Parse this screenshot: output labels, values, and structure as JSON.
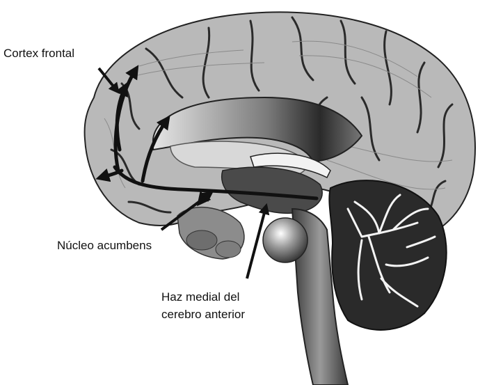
{
  "labels": {
    "frontal_cortex": "Cortex frontal",
    "nucleus_accumbens": "Núcleo acumbens",
    "medial_forebrain_bundle_line1": "Haz medial del",
    "medial_forebrain_bundle_line2": "cerebro anterior"
  },
  "colors": {
    "background": "#ffffff",
    "cortex": "#b9b9b9",
    "pathway": "#1a1a1a",
    "cerebellum": "#2a2a2a",
    "cerebellum_branches": "#f4f4f4"
  }
}
